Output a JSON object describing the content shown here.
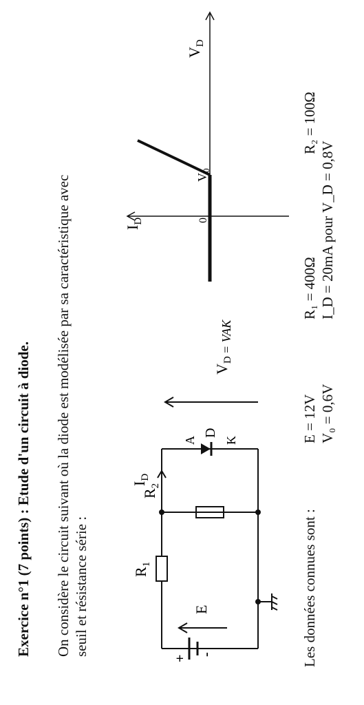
{
  "exercise": {
    "title": "Exercice n°1 (7 points) : Etude d'un circuit à diode.",
    "intro_line1": "On considère le circuit suivant où la diode est modélisée par sa caractéristique avec",
    "intro_line2": "seuil et résistance série :"
  },
  "circuit": {
    "r1_label": "R",
    "r1_sub": "1",
    "r2_label": "R",
    "r2_sub": "2",
    "e_label": "E",
    "plus": "+",
    "minus": "-",
    "id_label": "I",
    "id_sub": "D",
    "diode_label": "D",
    "anode_mark": "A",
    "cathode_mark": "K",
    "vd_label": "V",
    "vd_sub": "D",
    "vd_note": "= VAK"
  },
  "characteristic": {
    "y_axis_label": "I",
    "y_axis_sub": "D",
    "x_axis_label": "V",
    "x_axis_sub": "D",
    "origin_label": "0",
    "v0_label": "V",
    "v0_sub": "0"
  },
  "data": {
    "label": "Les données connues sont :",
    "row1": [
      "E = 12V",
      "R₁ = 400Ω",
      "R₂ = 100Ω"
    ],
    "row2": [
      "V₀ = 0,6V",
      "I_D = 20mA  pour  V_D = 0,8V"
    ]
  }
}
